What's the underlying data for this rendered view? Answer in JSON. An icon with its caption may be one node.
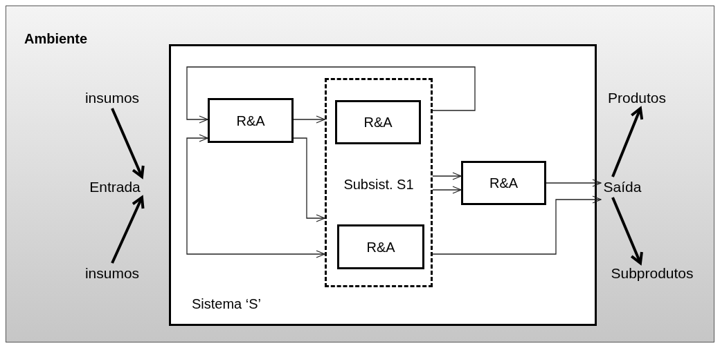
{
  "diagram": {
    "nodes": [
      {
        "text": [
          "Ambiente"
        ]
      },
      {
        "text": [
          "Sistema ‘S’"
        ],
        "in": 0
      },
      {
        "text": [
          "R&A"
        ],
        "in": 1
      },
      {
        "text": [
          "Subsist. S1"
        ],
        "in": 1
      },
      {
        "text": [
          "R&A"
        ],
        "in": 3
      },
      {
        "text": [
          "R&A"
        ],
        "in": 3
      },
      {
        "text": [
          "R&A"
        ],
        "in": 1
      },
      {
        "text": [
          "insumos"
        ],
        "in": 0
      },
      {
        "text": [
          "Entrada"
        ],
        "in": 0
      },
      {
        "text": [
          "insumos"
        ],
        "in": 0
      },
      {
        "text": [
          "Saída"
        ],
        "in": 0
      },
      {
        "text": [
          "Produtos"
        ],
        "in": 0
      },
      {
        "text": [
          "Subprodutos"
        ],
        "in": 0
      }
    ],
    "edges": [
      {
        "from": 7,
        "to": 8,
        "arrow": "to",
        "style": "thick"
      },
      {
        "from": 9,
        "to": 8,
        "arrow": "to",
        "style": "thick"
      },
      {
        "from": 3,
        "to": 2,
        "arrow": "to"
      },
      {
        "from": 2,
        "to": 3,
        "arrow": "to"
      },
      {
        "from": 2,
        "to": 3,
        "arrow": "to"
      },
      {
        "from": 2,
        "to": 3,
        "arrow": "both"
      },
      {
        "from": 3,
        "to": 6,
        "arrow": "to"
      },
      {
        "from": 3,
        "to": 6,
        "arrow": "to"
      },
      {
        "from": 6,
        "to": 10,
        "arrow": "to"
      },
      {
        "from": 3,
        "to": 10,
        "arrow": "to"
      },
      {
        "from": 10,
        "to": 11,
        "arrow": "to",
        "style": "thick"
      },
      {
        "from": 10,
        "to": 12,
        "arrow": "to",
        "style": "thick"
      }
    ]
  }
}
